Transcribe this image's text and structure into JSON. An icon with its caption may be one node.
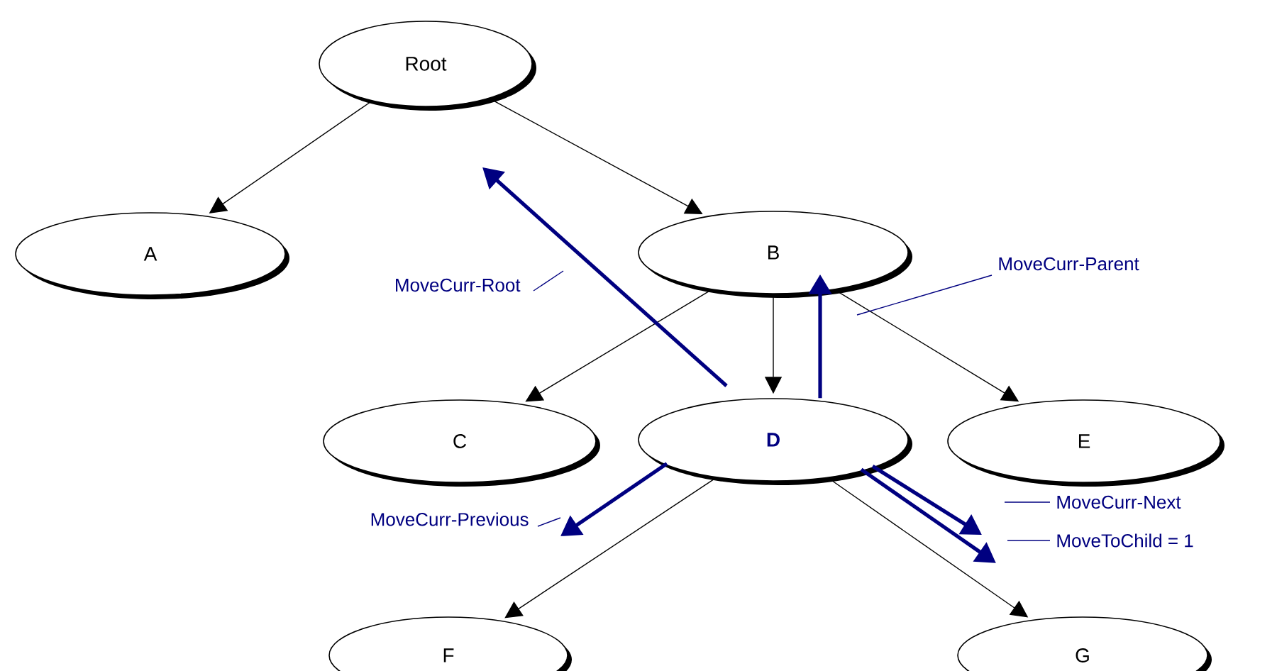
{
  "diagram": {
    "nodes": [
      {
        "text": [
          "Root"
        ]
      },
      {
        "text": [
          "A"
        ]
      },
      {
        "text": [
          "B"
        ]
      },
      {
        "text": [
          "C"
        ]
      },
      {
        "text": [
          "D"
        ]
      },
      {
        "text": [
          "E"
        ]
      },
      {
        "text": [
          "F"
        ]
      },
      {
        "text": [
          "G"
        ]
      },
      {
        "text": [
          "MoveCurr-Root"
        ]
      },
      {
        "text": [
          "MoveCurr-Parent"
        ]
      },
      {
        "text": [
          "MoveCurr-Previous"
        ]
      },
      {
        "text": [
          "MoveCurr-Next"
        ]
      },
      {
        "text": [
          "MoveToChild = 1"
        ]
      }
    ],
    "edges": [
      {
        "from": 0,
        "to": 1,
        "arrow": "to",
        "color": "#000000"
      },
      {
        "from": 0,
        "to": 2,
        "arrow": "to",
        "color": "#000000"
      },
      {
        "from": 2,
        "to": 3,
        "arrow": "to",
        "color": "#000000"
      },
      {
        "from": 2,
        "to": 4,
        "arrow": "to",
        "color": "#000000"
      },
      {
        "from": 2,
        "to": 5,
        "arrow": "to",
        "color": "#000000"
      },
      {
        "from": 4,
        "to": 6,
        "arrow": "to",
        "color": "#000000"
      },
      {
        "from": 4,
        "to": 7,
        "arrow": "to",
        "color": "#000000"
      },
      {
        "from": 4,
        "to": null,
        "arrow": "to",
        "style": "thick",
        "color": "#000080"
      },
      {
        "from": 4,
        "to": 2,
        "arrow": "to",
        "style": "thick",
        "color": "#000080"
      },
      {
        "from": 4,
        "to": null,
        "arrow": "to",
        "style": "thick",
        "color": "#000080"
      },
      {
        "from": 4,
        "to": null,
        "arrow": "to",
        "style": "thick",
        "color": "#000080"
      },
      {
        "from": 4,
        "to": null,
        "arrow": "to",
        "style": "thick",
        "color": "#000080"
      },
      {
        "from": 8,
        "to": null,
        "arrow": "none",
        "color": "#000080"
      },
      {
        "from": 9,
        "to": null,
        "arrow": "none",
        "color": "#000080"
      },
      {
        "from": 10,
        "to": null,
        "arrow": "none",
        "color": "#000080"
      },
      {
        "from": 11,
        "to": null,
        "arrow": "none",
        "color": "#000080"
      },
      {
        "from": 12,
        "to": null,
        "arrow": "none",
        "color": "#000080"
      }
    ]
  }
}
